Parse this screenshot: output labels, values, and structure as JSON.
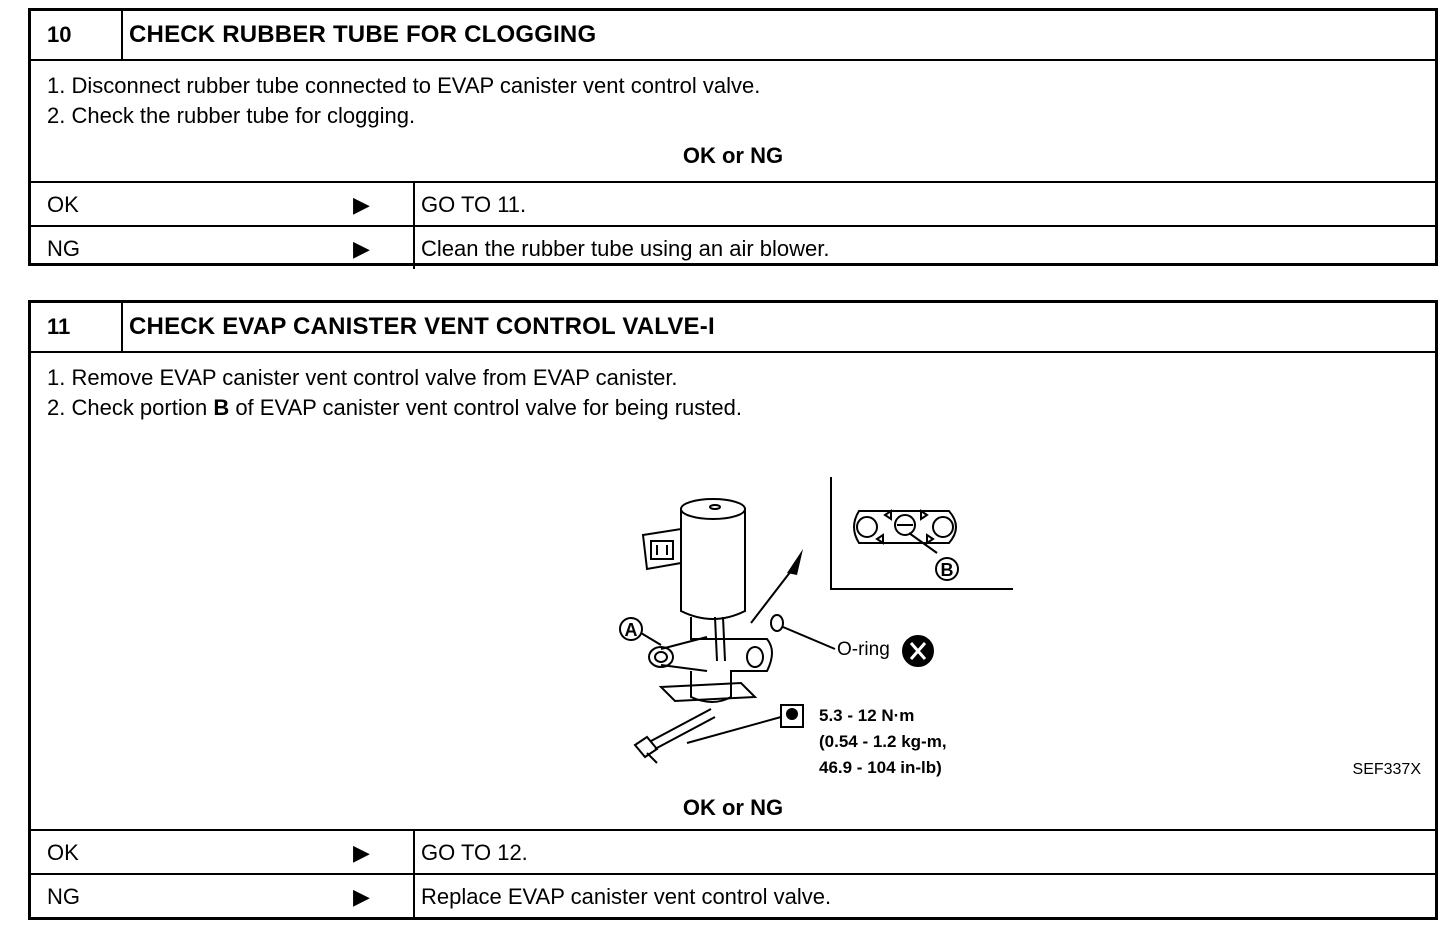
{
  "sections": [
    {
      "number": "10",
      "title": "CHECK RUBBER TUBE FOR CLOGGING",
      "steps": [
        "1.  Disconnect rubber tube connected to EVAP canister vent control valve.",
        "2.  Check the rubber tube for clogging."
      ],
      "result_label": "OK or NG",
      "results": [
        {
          "key": "OK",
          "arrow": "▶",
          "value": "GO TO 11."
        },
        {
          "key": "NG",
          "arrow": "▶",
          "value": "Clean the rubber tube using an air blower."
        }
      ]
    },
    {
      "number": "11",
      "title": "CHECK EVAP CANISTER VENT CONTROL VALVE-I",
      "steps": [
        "1.  Remove EVAP canister vent control valve from EVAP canister.",
        "2.  Check portion "
      ],
      "step2_bold": "B",
      "step2_rest": " of EVAP canister vent control valve for being rusted.",
      "figure": {
        "label_a": "A",
        "label_b": "B",
        "oring_label": "O-ring",
        "torque_line1": "5.3  -  12  N·m",
        "torque_line2": "(0.54  -  1.2  kg-m,",
        "torque_line3": "46.9  -  104  in-lb)",
        "code": "SEF337X"
      },
      "result_label": "OK or NG",
      "results": [
        {
          "key": "OK",
          "arrow": "▶",
          "value": "GO TO 12."
        },
        {
          "key": "NG",
          "arrow": "▶",
          "value": "Replace EVAP canister vent control valve."
        }
      ]
    }
  ]
}
